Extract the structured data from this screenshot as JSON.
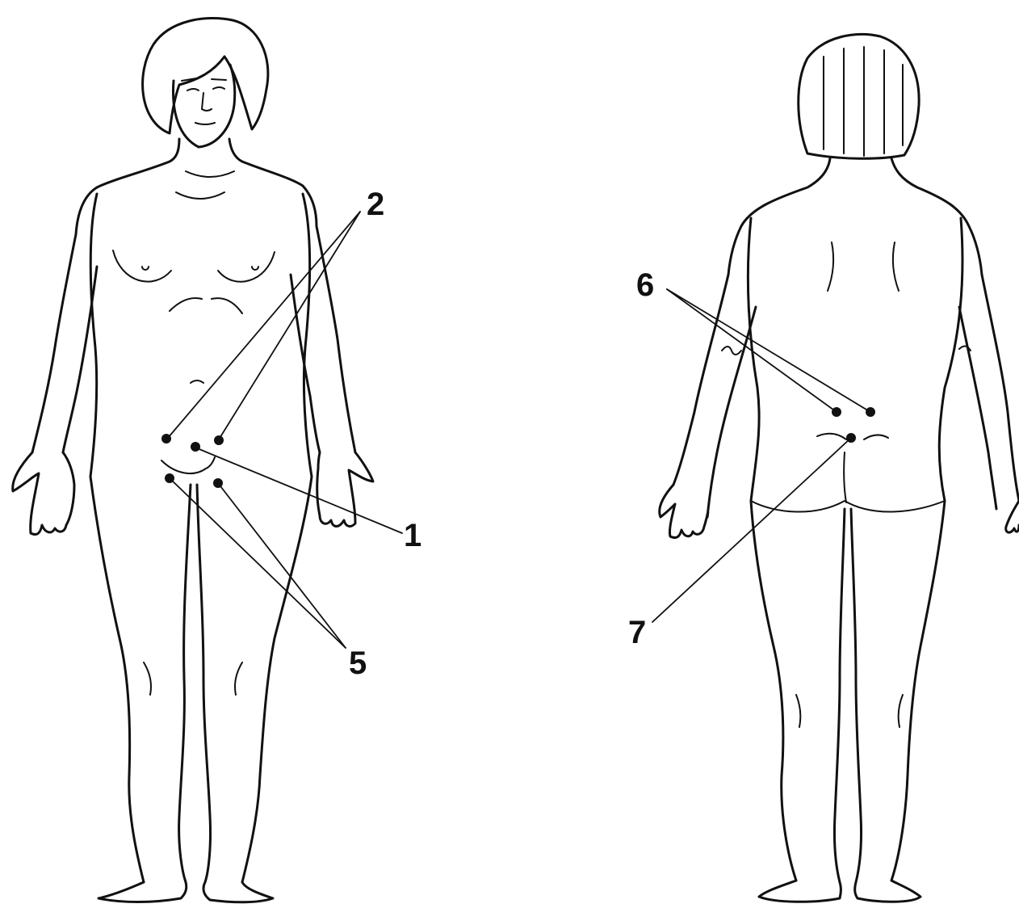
{
  "labels": {
    "n1": "1",
    "n2": "2",
    "n5": "5",
    "n6": "6",
    "n7": "7"
  },
  "colors": {
    "ink": "#111111",
    "background": "#ffffff"
  }
}
